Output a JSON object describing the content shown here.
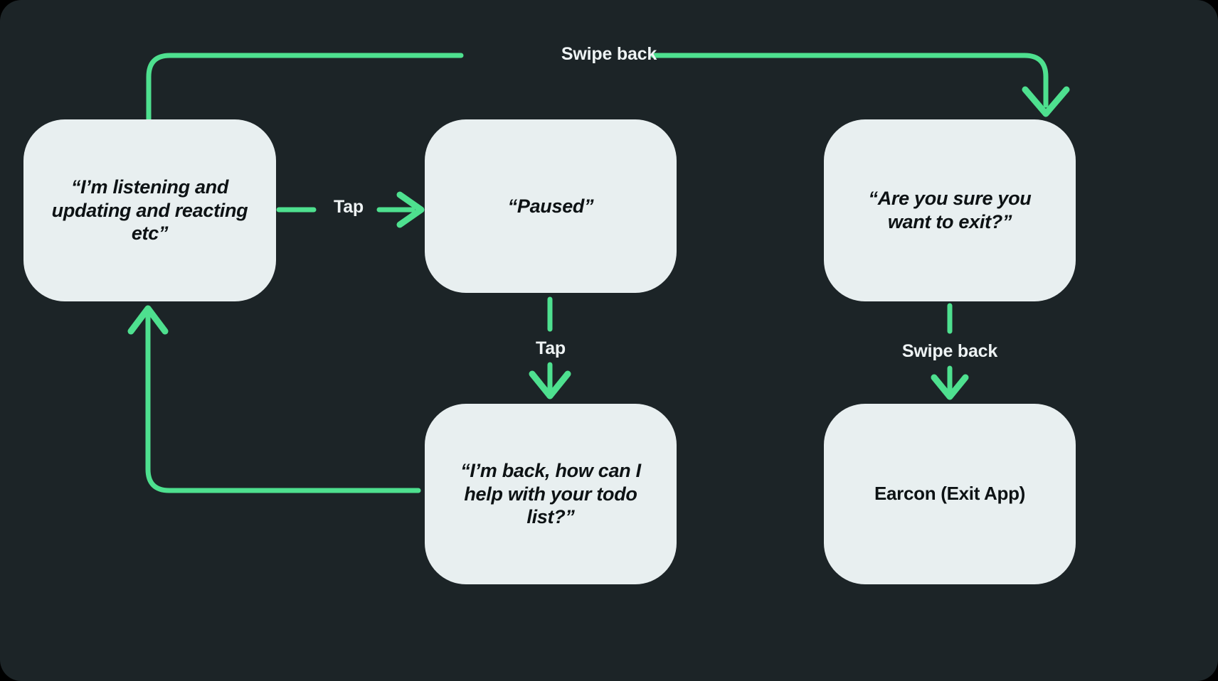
{
  "theme": {
    "canvas_bg": "#1c2427",
    "node_fill": "#e8eff0",
    "node_text": "#0d1214",
    "accent_green": "#4ee08f",
    "label_text": "#eef3f4"
  },
  "nodes": {
    "listening": {
      "id": "listening",
      "label": "“I’m listening and\nupdating and reacting\netc”"
    },
    "paused": {
      "id": "paused",
      "label": "“Paused”"
    },
    "confirm": {
      "id": "confirm",
      "label": "“Are you sure you\nwant to exit?”"
    },
    "back": {
      "id": "back",
      "label": "“I’m back, how can I\nhelp with your todo\nlist?”"
    },
    "earcon": {
      "id": "earcon",
      "label": "Earcon (Exit App)"
    }
  },
  "edges": {
    "swipe_back_top": {
      "label": "Swipe back",
      "from": "listening",
      "to": "confirm"
    },
    "tap_right": {
      "label": "Tap",
      "from": "listening",
      "to": "paused"
    },
    "tap_down": {
      "label": "Tap",
      "from": "paused",
      "to": "back"
    },
    "back_to_listening": {
      "label": "",
      "from": "back",
      "to": "listening"
    },
    "swipe_back_right": {
      "label": "Swipe back",
      "from": "confirm",
      "to": "earcon"
    }
  },
  "chart_data": {
    "type": "diagram",
    "title": "",
    "nodes": [
      {
        "id": "listening",
        "text": "“I’m listening and updating and reacting etc”",
        "column": 1,
        "row": 1
      },
      {
        "id": "paused",
        "text": "“Paused”",
        "column": 2,
        "row": 1
      },
      {
        "id": "confirm",
        "text": "“Are you sure you want to exit?”",
        "column": 3,
        "row": 1
      },
      {
        "id": "back",
        "text": "“I’m back, how can I help with your todo list?”",
        "column": 2,
        "row": 2
      },
      {
        "id": "earcon",
        "text": "Earcon (Exit App)",
        "column": 3,
        "row": 2
      }
    ],
    "edges": [
      {
        "from": "listening",
        "to": "confirm",
        "label": "Swipe back",
        "style": "orthogonal-top"
      },
      {
        "from": "listening",
        "to": "paused",
        "label": "Tap",
        "style": "straight-right"
      },
      {
        "from": "paused",
        "to": "back",
        "label": "Tap",
        "style": "straight-down"
      },
      {
        "from": "back",
        "to": "listening",
        "label": "",
        "style": "orthogonal-bottom"
      },
      {
        "from": "confirm",
        "to": "earcon",
        "label": "Swipe back",
        "style": "straight-down"
      }
    ]
  }
}
